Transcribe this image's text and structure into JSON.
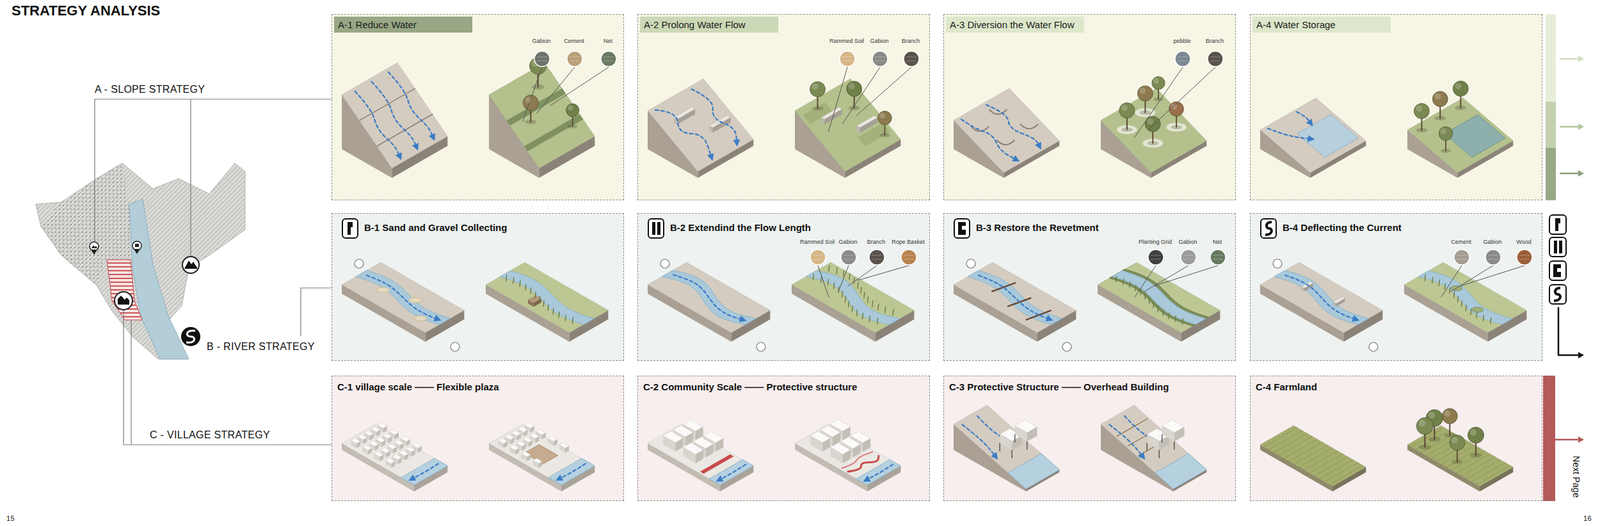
{
  "diagram": {
    "title": "STRATEGY ANALYSIS",
    "nodes": [
      {
        "text": [
          "A-1 Reduce Water"
        ]
      },
      {
        "text": [
          "A-2 Prolong Water Flow"
        ]
      },
      {
        "text": [
          "A-3 Diversion the Water Flow"
        ]
      },
      {
        "text": [
          "A-4 Water Storage"
        ]
      },
      {
        "text": [
          "B-1 Sand and Gravel Collecting"
        ]
      },
      {
        "text": [
          "B-2 Extendind the Flow Length"
        ]
      },
      {
        "text": [
          "B-3 Restore the Revetment"
        ]
      },
      {
        "text": [
          "B-4 Deflecting the Current"
        ]
      },
      {
        "text": [
          "C-1 village scale —— Flexible plaza"
        ]
      },
      {
        "text": [
          "C-2 Community Scale —— Protective structure"
        ]
      },
      {
        "text": [
          "C-3 Protective Structure —— Overhead Building"
        ]
      },
      {
        "text": [
          "C-4 Farmland"
        ]
      }
    ],
    "labels": [
      "A - SLOPE STRATEGY",
      "B - RIVER STRATEGY",
      "C - VILLAGE STRATEGY",
      "Gabion",
      "Cement",
      "Net",
      "Rammed Soil",
      "Gabion",
      "Branch",
      "pebble",
      "Branch",
      "Rammed Soil",
      "Gabion",
      "Branch",
      "Rope Basket",
      "Planting Grid",
      "Gabion",
      "Net",
      "Cement",
      "Gabion",
      "Wood",
      "Next Page",
      "15",
      "16"
    ]
  }
}
